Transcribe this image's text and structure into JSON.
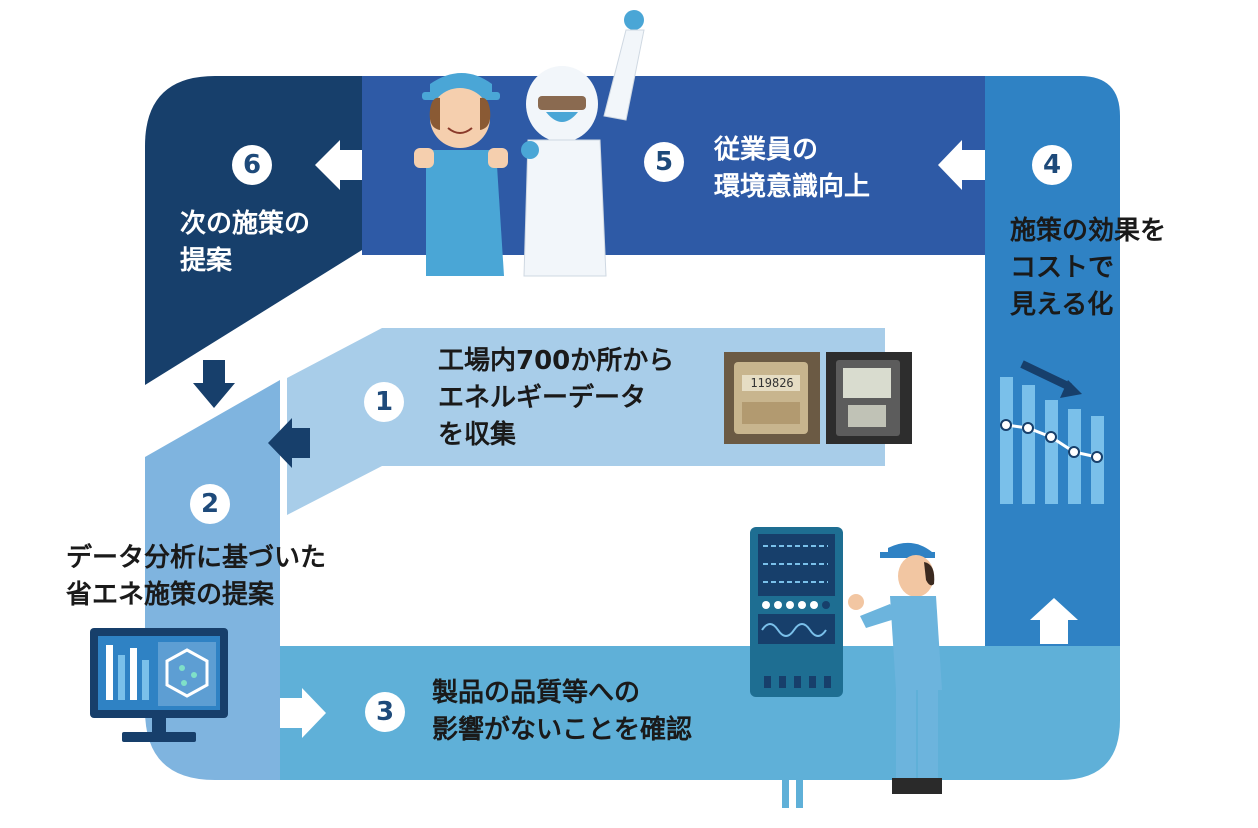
{
  "steps": [
    {
      "number": "1",
      "lines": [
        "工場内700か所から",
        "エネルギーデータ",
        "を収集"
      ]
    },
    {
      "number": "2",
      "lines": [
        "データ分析に基づいた",
        "省エネ施策の提案"
      ]
    },
    {
      "number": "3",
      "lines": [
        "製品の品質等への",
        "影響がないことを確認"
      ]
    },
    {
      "number": "4",
      "lines": [
        "施策の効果を",
        "コストで",
        "見える化"
      ]
    },
    {
      "number": "5",
      "lines": [
        "従業員の",
        "環境意識向上"
      ]
    },
    {
      "number": "6",
      "lines": [
        "次の施策の",
        "提案"
      ]
    }
  ],
  "meter_reading": "119826",
  "colors": {
    "navy": "#173f6b",
    "royal": "#2e5aa6",
    "blue": "#2f82c4",
    "medium": "#5fb0d8",
    "light": "#a8cde9",
    "pale": "#7fb4df"
  }
}
